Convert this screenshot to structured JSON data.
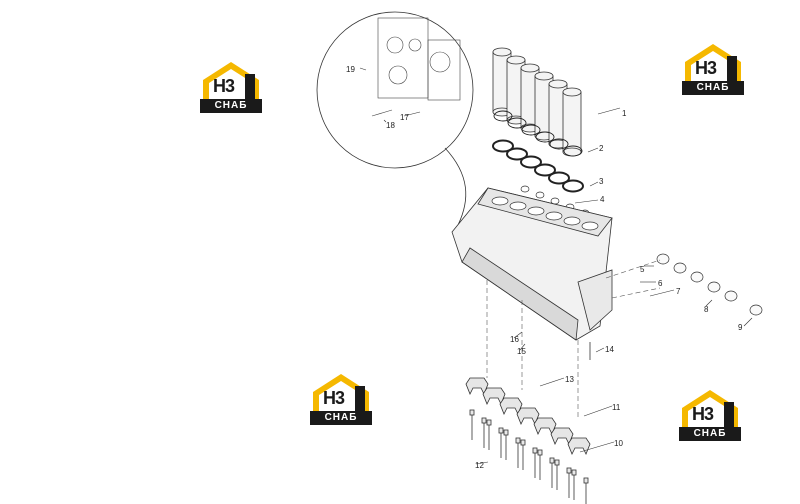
{
  "brand": {
    "mark": "H3",
    "plate": "СНАБ",
    "accent": "#f5b800",
    "dark": "#1a1a1a"
  },
  "callouts": [
    {
      "id": "1",
      "label": "1"
    },
    {
      "id": "2",
      "label": "2"
    },
    {
      "id": "3",
      "label": "3"
    },
    {
      "id": "4",
      "label": "4"
    },
    {
      "id": "5",
      "label": "5"
    },
    {
      "id": "6",
      "label": "6"
    },
    {
      "id": "7",
      "label": "7"
    },
    {
      "id": "8",
      "label": "8"
    },
    {
      "id": "9",
      "label": "9"
    },
    {
      "id": "10",
      "label": "10"
    },
    {
      "id": "11",
      "label": "11"
    },
    {
      "id": "12",
      "label": "12"
    },
    {
      "id": "13",
      "label": "13"
    },
    {
      "id": "14",
      "label": "14"
    },
    {
      "id": "15",
      "label": "15"
    },
    {
      "id": "16",
      "label": "16"
    },
    {
      "id": "17",
      "label": "17"
    },
    {
      "id": "18",
      "label": "18"
    },
    {
      "id": "19",
      "label": "19"
    }
  ]
}
